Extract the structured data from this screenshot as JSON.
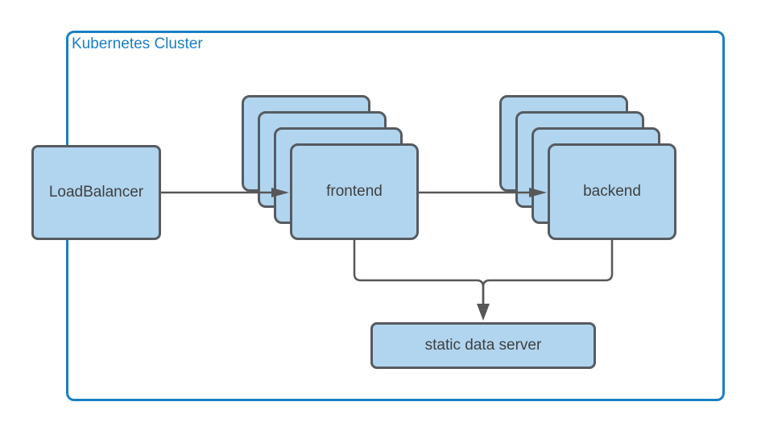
{
  "diagram": {
    "type": "kubernetes-architecture-diagram",
    "cluster": {
      "label": "Kubernetes Cluster"
    },
    "nodes": [
      {
        "id": "loadbalancer",
        "label": "LoadBalancer",
        "replicas": 1,
        "inside_cluster": "partially"
      },
      {
        "id": "frontend",
        "label": "frontend",
        "replicas": 4,
        "inside_cluster": "yes"
      },
      {
        "id": "backend",
        "label": "backend",
        "replicas": 4,
        "inside_cluster": "yes"
      },
      {
        "id": "static-data-server",
        "label": "static data server",
        "replicas": 1,
        "inside_cluster": "yes"
      }
    ],
    "edges": [
      {
        "from": "LoadBalancer",
        "to": "frontend",
        "arrow": "filled-triangle"
      },
      {
        "from": "frontend",
        "to": "backend",
        "arrow": "filled-triangle"
      },
      {
        "from": "frontend",
        "to": "static data server",
        "arrow": "filled-triangle"
      },
      {
        "from": "backend",
        "to": "static data server",
        "arrow": "filled-triangle"
      }
    ],
    "colors": {
      "cluster_border": "#1a7fc4",
      "node_fill": "#b1d5ef",
      "node_border": "#565b60",
      "node_text": "#404040",
      "connector": "#575757",
      "background": "#ffffff"
    }
  }
}
